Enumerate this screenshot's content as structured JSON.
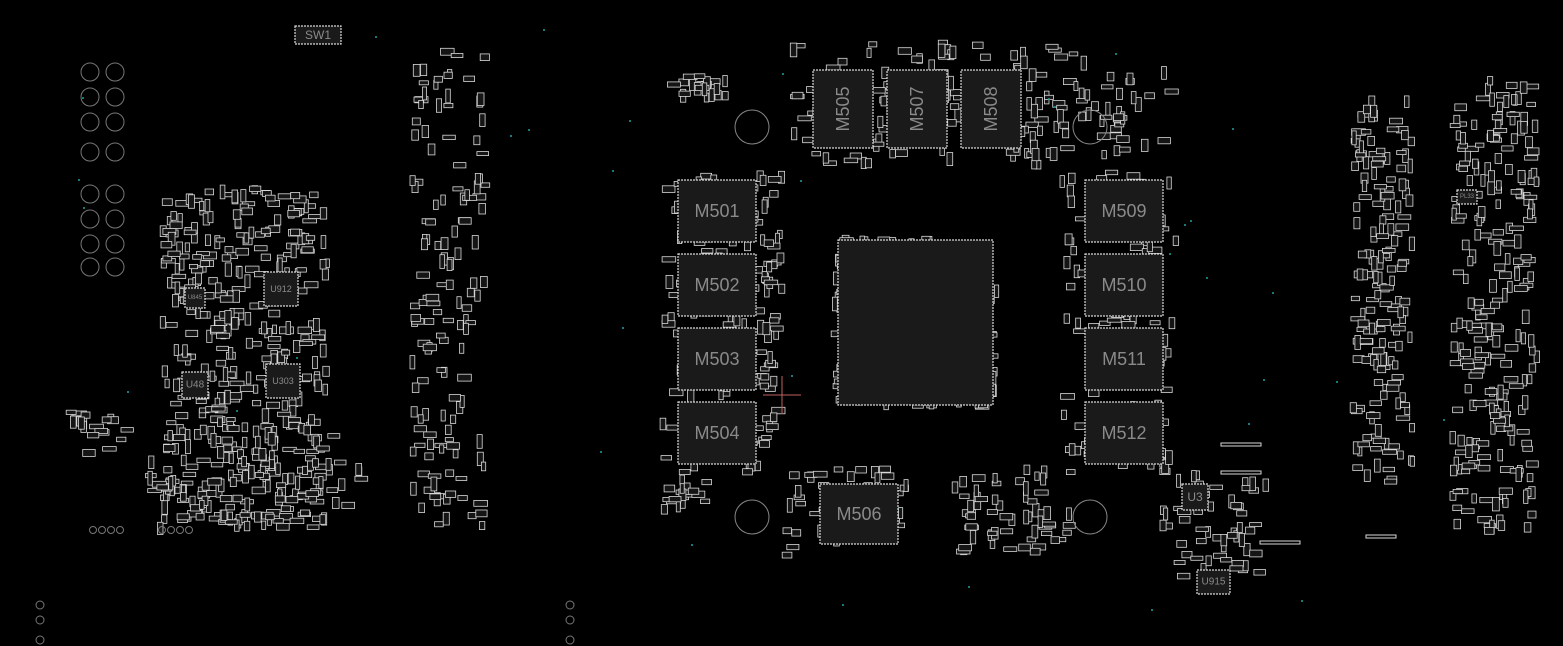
{
  "view": {
    "type": "pcb-boardview",
    "background": "#000000",
    "outline_color": "#d8d8d8",
    "label_color": "#8a8a8a",
    "via_color": "#1fa0a0",
    "cursor_color": "#c06060"
  },
  "memory_chips": [
    "M501",
    "M502",
    "M503",
    "M504",
    "M505",
    "M506",
    "M507",
    "M508",
    "M509",
    "M510",
    "M511",
    "M512"
  ],
  "ics": {
    "sw1": "SW1",
    "u912": "U912",
    "u303": "U303",
    "u48": "U48",
    "u3": "U3",
    "u915": "U915",
    "u845": "U845",
    "pl33": "PL33"
  }
}
